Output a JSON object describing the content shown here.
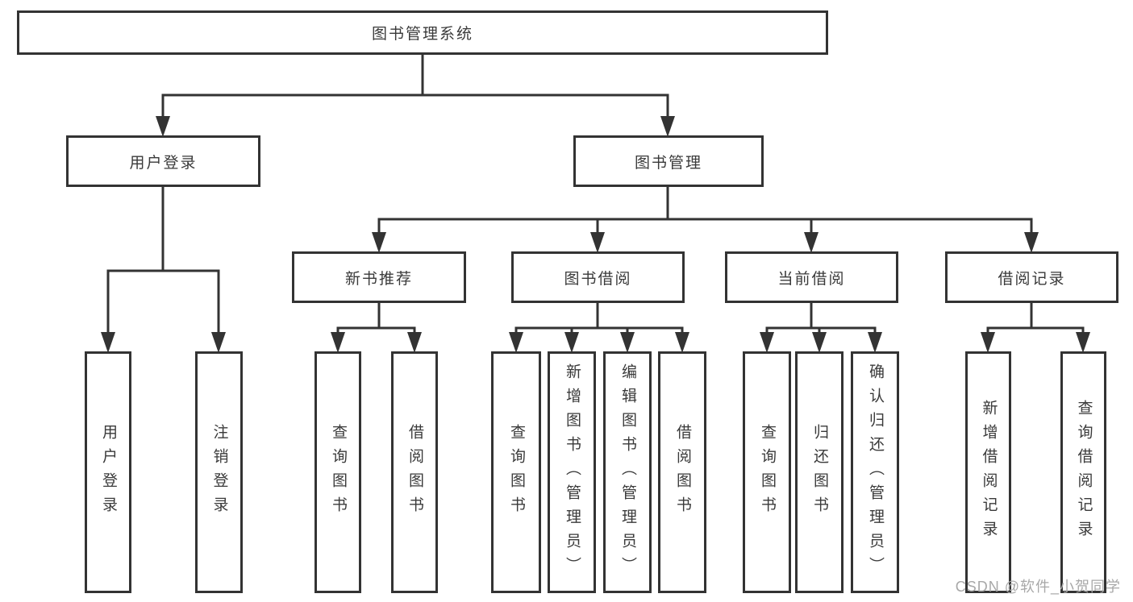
{
  "tree": {
    "root": {
      "label": "图书管理系统"
    },
    "branches": [
      {
        "label": "用户登录",
        "children": [
          {
            "label": "用户登录"
          },
          {
            "label": "注销登录"
          }
        ]
      },
      {
        "label": "图书管理",
        "groups": [
          {
            "label": "新书推荐",
            "children": [
              {
                "label": "查询图书"
              },
              {
                "label": "借阅图书"
              }
            ]
          },
          {
            "label": "图书借阅",
            "children": [
              {
                "label": "查询图书"
              },
              {
                "label": "新增图书（管理员）"
              },
              {
                "label": "编辑图书（管理员）"
              },
              {
                "label": "借阅图书"
              }
            ]
          },
          {
            "label": "当前借阅",
            "children": [
              {
                "label": "查询图书"
              },
              {
                "label": "归还图书"
              },
              {
                "label": "确认归还（管理员）"
              }
            ]
          },
          {
            "label": "借阅记录",
            "children": [
              {
                "label": "新增借阅记录"
              },
              {
                "label": "查询借阅记录"
              }
            ]
          }
        ]
      }
    ]
  },
  "watermark": {
    "text": "CSDN @软件_小贺同学"
  },
  "colors": {
    "line": "#333333",
    "box_border": "#333333",
    "box_background": "#ffffff",
    "text": "#3a3a3a",
    "watermark": "#a8a8a8",
    "page_background": "#ffffff"
  }
}
